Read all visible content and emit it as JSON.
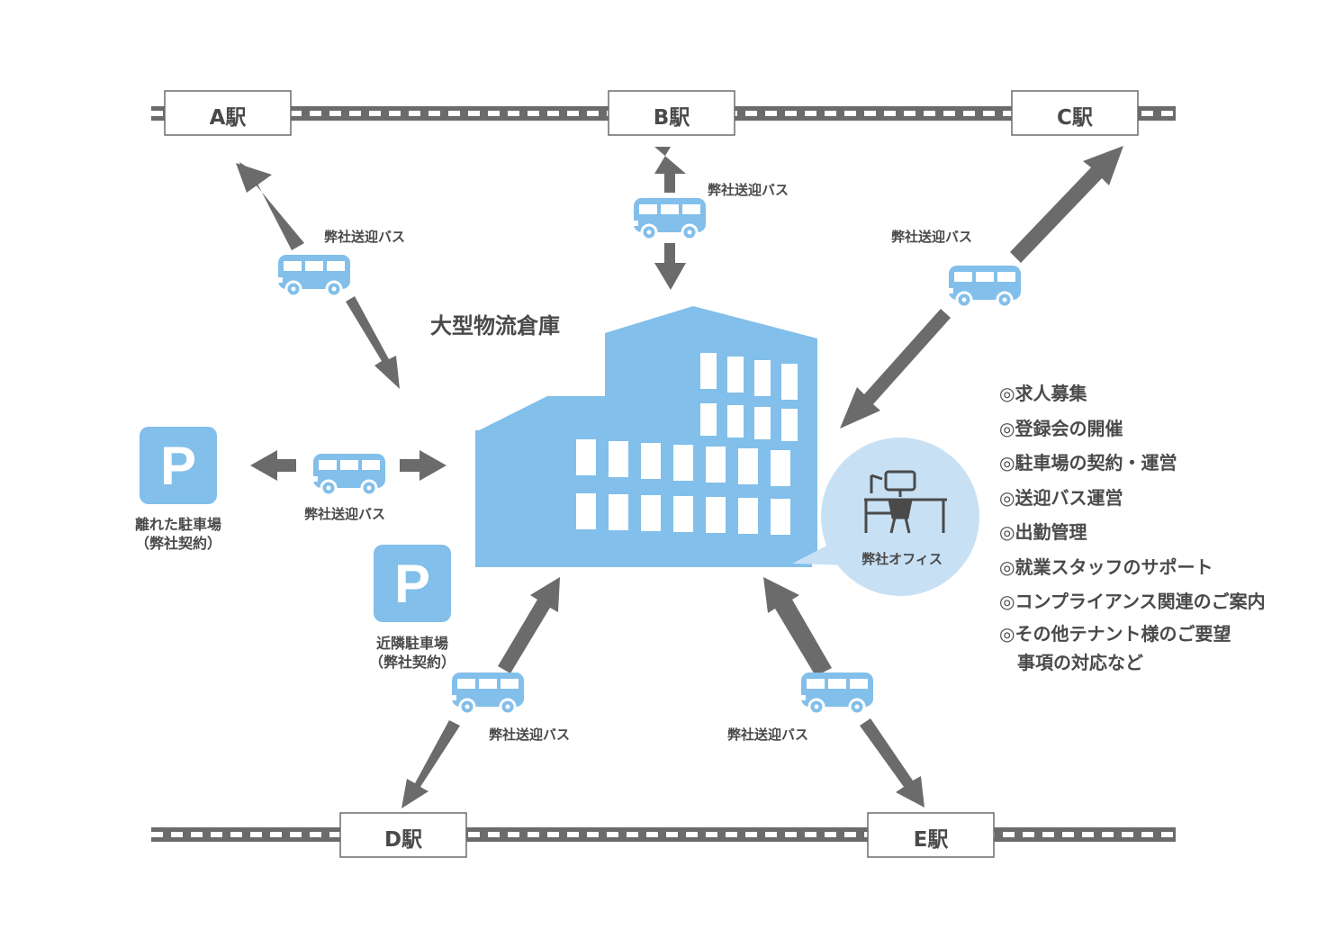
{
  "stations": {
    "a": "A駅",
    "b": "B駅",
    "c": "C駅",
    "d": "D駅",
    "e": "E駅"
  },
  "bus_label": "弊社送迎バス",
  "warehouse_title": "大型物流倉庫",
  "parking": {
    "icon_letter": "P",
    "remote": {
      "line1": "離れた駐車場",
      "line2": "（弊社契約）"
    },
    "nearby": {
      "line1": "近隣駐車場",
      "line2": "（弊社契約）"
    }
  },
  "office_label": "弊社オフィス",
  "services": [
    "◎求人募集",
    "◎登録会の開催",
    "◎駐車場の契約・運営",
    "◎送迎バス運営",
    "◎出勤管理",
    "◎就業スタッフのサポート",
    "◎コンプライアンス関連のご案内",
    "◎その他テナント様のご要望",
    "　事項の対応など"
  ],
  "colors": {
    "rail": "#6b6b6b",
    "arrow": "#6b6b6b",
    "building": "#82bfea",
    "bus": "#82bfea",
    "office_circle": "#c7e0f4",
    "text": "#4a4a4a"
  }
}
